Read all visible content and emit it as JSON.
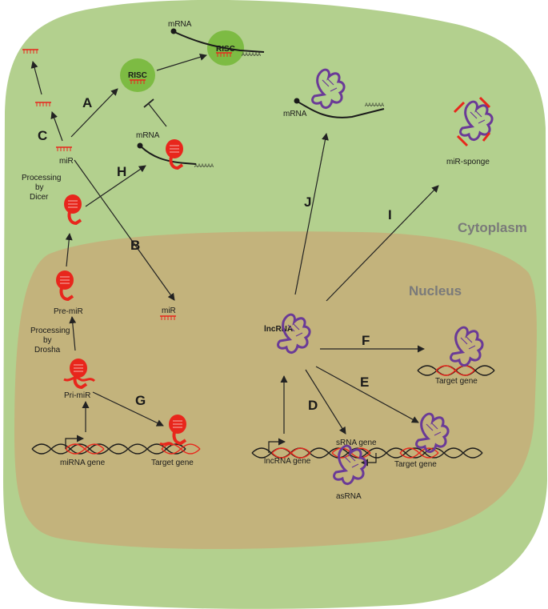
{
  "regions": {
    "cytoplasm": "Cytoplasm",
    "nucleus": "Nucleus"
  },
  "pathway_letters": [
    "A",
    "B",
    "C",
    "D",
    "E",
    "F",
    "G",
    "H",
    "I",
    "J"
  ],
  "labels": {
    "mrna_top": "mRNA",
    "risc_1": "RISC",
    "risc_2": "RISC",
    "mrna_mid": "mRNA",
    "polya_top": "AAAAAA",
    "polya_mid": "AAAAAA",
    "mir": "miR",
    "processing_dicer": [
      "Processing",
      "by",
      "Dicer"
    ],
    "pre_mir": "Pre-miR",
    "processing_drosha": [
      "Processing",
      "by",
      "Drosha"
    ],
    "pri_mir": "Pri-miR",
    "mir_nucleus": "miR",
    "mirna_gene": "miRNA gene",
    "target_gene_left": "Target gene",
    "mrna_right": "mRNA",
    "polya_right": "AAAAAA",
    "mir_sponge": "miR-sponge",
    "lncrna": "lncRNA",
    "lncrna_gene": "lncRNA gene",
    "srna_gene": "sRNA gene",
    "asrna": "asRNA",
    "target_gene_mid": "Target gene",
    "target_gene_right": "Target gene"
  },
  "colors": {
    "cytoplasm": "#b3d08e",
    "nucleus": "#c3b37c",
    "mirna": "#e8261c",
    "lncrna": "#6a3a97",
    "risc": "#7dbb43",
    "dna": "#1a1a1a"
  }
}
